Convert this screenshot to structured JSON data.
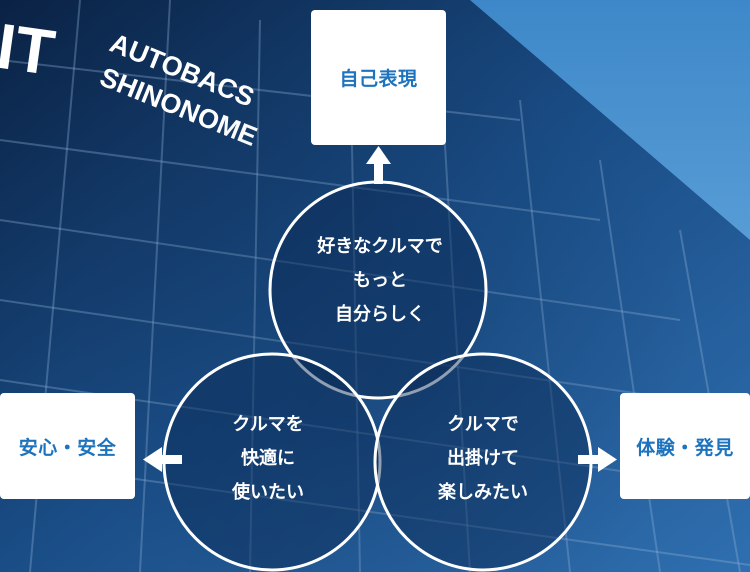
{
  "building_sign": {
    "logo_letters": "IT",
    "line1": "AUTOBACS",
    "line2": "SHINONOME"
  },
  "boxes": {
    "top": "自己表現",
    "left": "安心・安全",
    "right": "体験・発見"
  },
  "circles": {
    "top": [
      "好きなクルマで",
      "もっと",
      "自分らしく"
    ],
    "left": [
      "クルマを",
      "快適に",
      "使いたい"
    ],
    "right": [
      "クルマで",
      "出掛けて",
      "楽しみたい"
    ]
  },
  "colors": {
    "accent_text": "#1d73bd",
    "box_bg": "#ffffff",
    "circle_stroke": "#ffffff",
    "circle_fill": "#0a2a55"
  }
}
